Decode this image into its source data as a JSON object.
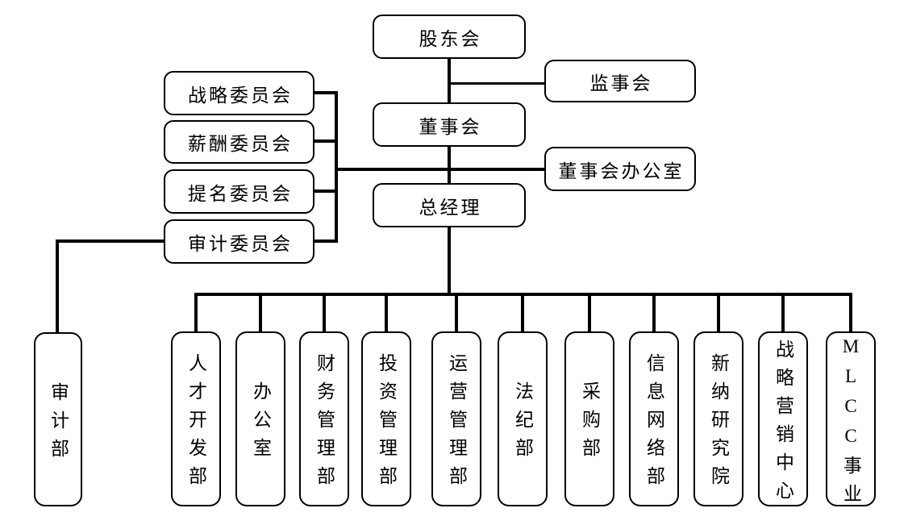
{
  "chart": {
    "type": "org-chart",
    "background": "#ffffff",
    "line_color": "#000000",
    "box_border_color": "#000000",
    "text_color": "#000000",
    "nodes": {
      "shareholders": "股东会",
      "supervisory_board": "监事会",
      "board_of_directors": "董事会",
      "board_office": "董事会办公室",
      "general_manager": "总经理",
      "committees": [
        "战略委员会",
        "薪酬委员会",
        "提名委员会",
        "审计委员会"
      ],
      "audit_department": "审计部",
      "departments": [
        "人才开发部",
        "办公室",
        "财务管理部",
        "投资管理部",
        "运营管理部",
        "法纪部",
        "采购部",
        "信息网络部",
        "新纳研究院",
        "战略营销中心",
        "MLCC事业"
      ]
    },
    "edges": [
      {
        "from": "股东会",
        "to": "董事会"
      },
      {
        "from": "股东会",
        "to": "监事会"
      },
      {
        "from": "董事会",
        "to": "总经理"
      },
      {
        "from": "董事会",
        "to": "战略委员会"
      },
      {
        "from": "董事会",
        "to": "薪酬委员会"
      },
      {
        "from": "董事会",
        "to": "提名委员会"
      },
      {
        "from": "董事会",
        "to": "审计委员会"
      },
      {
        "from": "董事会",
        "to": "董事会办公室"
      },
      {
        "from": "审计委员会",
        "to": "审计部"
      },
      {
        "from": "总经理",
        "to": "人才开发部"
      },
      {
        "from": "总经理",
        "to": "办公室"
      },
      {
        "from": "总经理",
        "to": "财务管理部"
      },
      {
        "from": "总经理",
        "to": "投资管理部"
      },
      {
        "from": "总经理",
        "to": "运营管理部"
      },
      {
        "from": "总经理",
        "to": "法纪部"
      },
      {
        "from": "总经理",
        "to": "采购部"
      },
      {
        "from": "总经理",
        "to": "信息网络部"
      },
      {
        "from": "总经理",
        "to": "新纳研究院"
      },
      {
        "from": "总经理",
        "to": "战略营销中心"
      },
      {
        "from": "总经理",
        "to": "MLCC事业"
      }
    ]
  }
}
